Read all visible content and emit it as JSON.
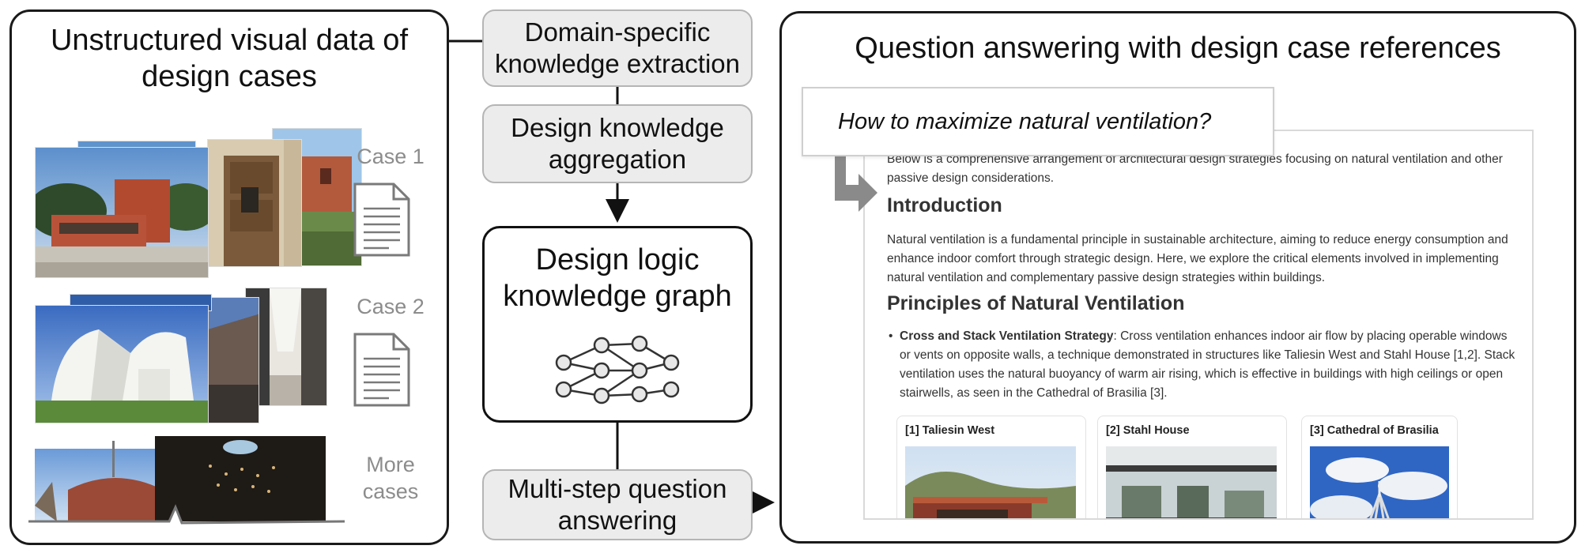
{
  "left_panel": {
    "title_line1": "Unstructured visual data of",
    "title_line2": "design cases",
    "cases": [
      {
        "label": "Case 1"
      },
      {
        "label": "Case 2"
      },
      {
        "label_line1": "More",
        "label_line2": "cases"
      }
    ]
  },
  "pipeline": {
    "step1_line1": "Domain-specific",
    "step1_line2": "knowledge extraction",
    "step2_line1": "Design knowledge",
    "step2_line2": "aggregation",
    "graph_line1": "Design logic",
    "graph_line2": "knowledge graph",
    "step3_line1": "Multi-step question",
    "step3_line2": "answering"
  },
  "right_panel": {
    "title": "Question answering with design case references",
    "query": "How to maximize natural ventilation?",
    "answer": {
      "intro_text": "Below is a comprehensive arrangement of architectural design strategies focusing on natural ventilation and other passive design considerations.",
      "heading1": "Introduction",
      "para1": "Natural ventilation is a fundamental principle in sustainable architecture, aiming to reduce energy consumption and enhance indoor comfort through strategic design. Here, we explore the critical elements involved in implementing natural ventilation and complementary passive design strategies within buildings.",
      "heading2": "Principles of Natural Ventilation",
      "bullet_bold": "Cross and Stack Ventilation Strategy",
      "bullet_text": ": Cross ventilation enhances indoor air flow by placing operable windows or vents on opposite walls, a technique demonstrated in structures like Taliesin West and Stahl House [1,2]. Stack ventilation uses the natural buoyancy of warm air rising, which is effective in buildings with high ceilings or open stairwells, as seen in the Cathedral of Brasilia [3].",
      "refs": [
        {
          "title": "[1] Taliesin West"
        },
        {
          "title": "[2] Stahl House"
        },
        {
          "title": "[3] Cathedral of Brasilia"
        }
      ]
    }
  },
  "colors": {
    "panel_border": "#1a1a1a",
    "step_fill": "#ececec",
    "step_border": "#b5b5b5",
    "muted_label": "#8c8c8c",
    "callout_arrow": "#8a8a8a"
  }
}
